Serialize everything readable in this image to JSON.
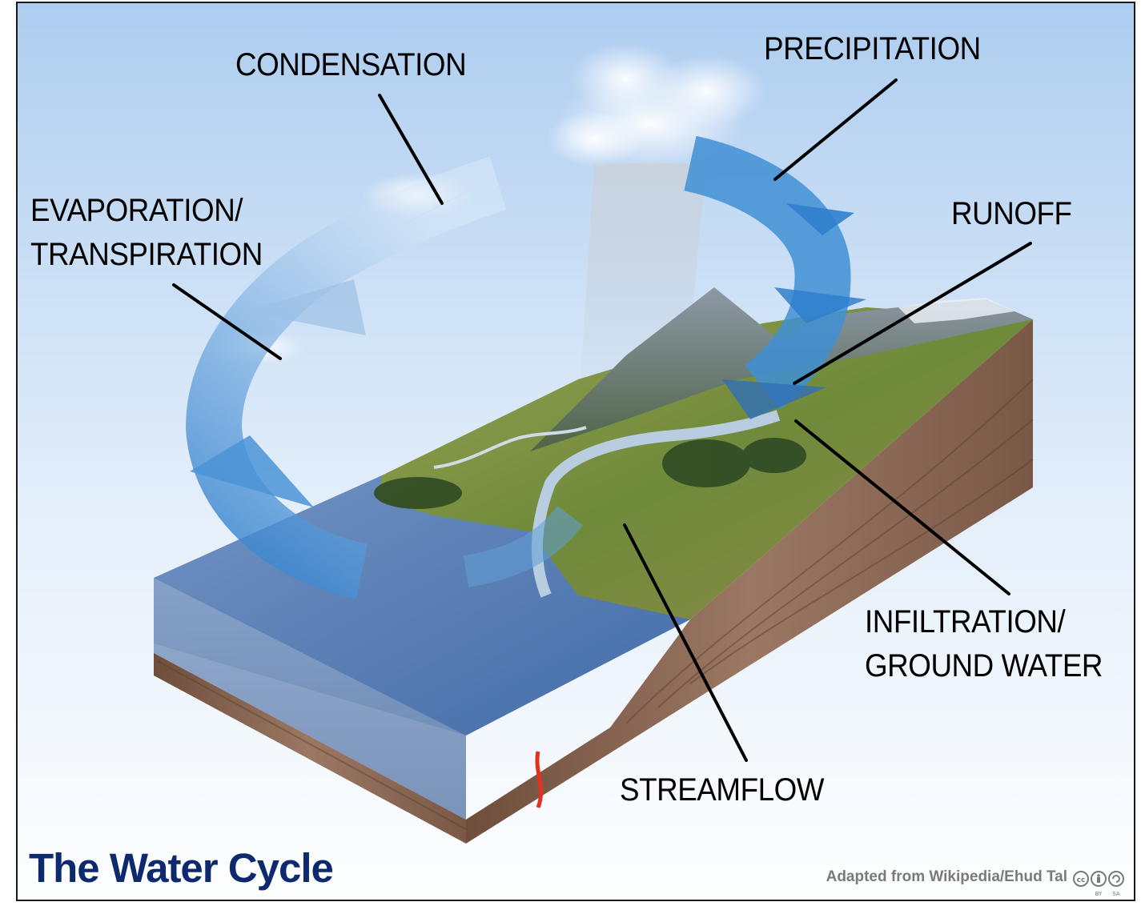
{
  "title": "The Water Cycle",
  "credit": "Adapted from Wikipedia/Ehud Tal",
  "license": {
    "by": "BY",
    "sa": "SA"
  },
  "labels": {
    "condensation": "CONDENSATION",
    "precipitation": "PRECIPITATION",
    "evaporation_1": "EVAPORATION/",
    "evaporation_2": "TRANSPIRATION",
    "runoff": "RUNOFF",
    "infiltration_1": "INFILTRATION/",
    "infiltration_2": "GROUND WATER",
    "streamflow": "STREAMFLOW"
  },
  "colors": {
    "title": "#0e2a6e",
    "arrow": "#3f8fd4",
    "ocean": "#5b83b8",
    "land": "#7a8a3a",
    "soil": "#8a6a55",
    "lava": "#e53020",
    "sky_top": "#b7d3ef",
    "sky_bottom": "#ffffff"
  }
}
